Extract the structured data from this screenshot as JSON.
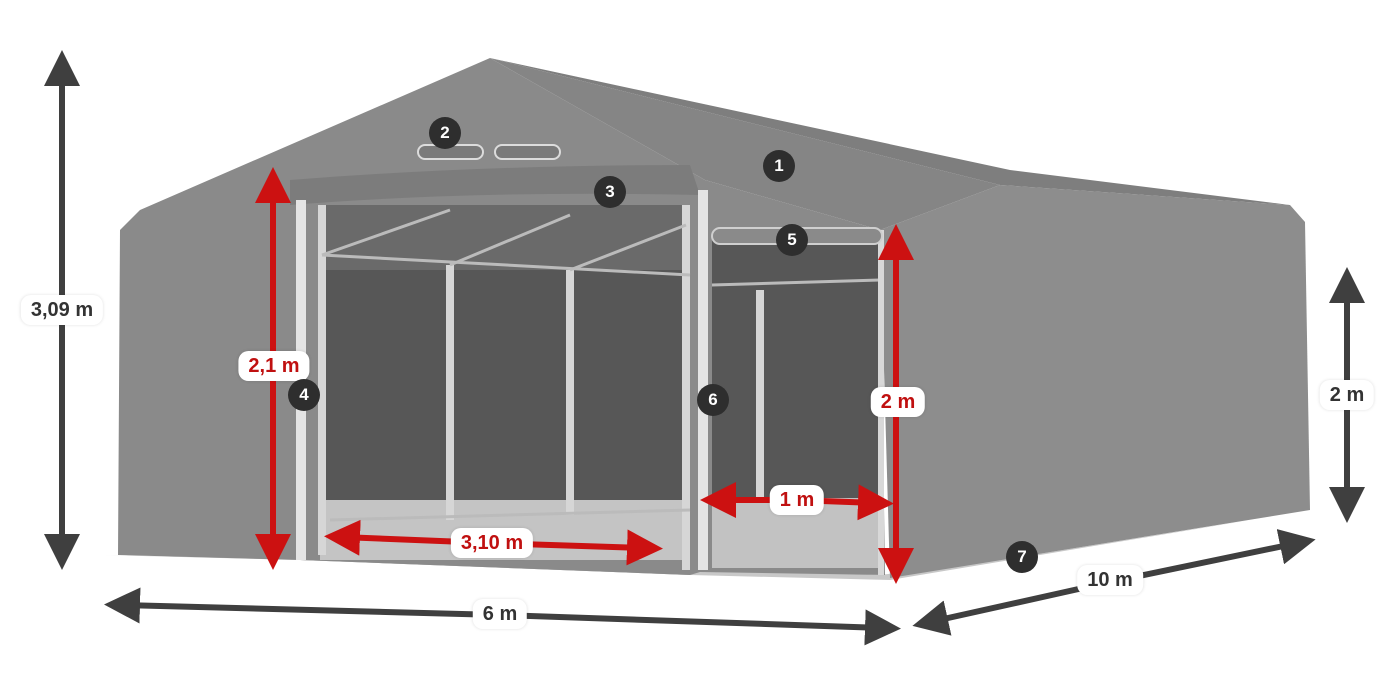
{
  "diagram": {
    "subject": "Storage tent with gable roof, front view with two open entrances",
    "colors": {
      "tent": "#8a8a8a",
      "tent_dark": "#6e6e6e",
      "interior": "#575757",
      "frame": "#d2d2d2",
      "dimension_dark": "#3f3f3f",
      "dimension_red": "#cc1111",
      "badge": "#2e2e2e"
    }
  },
  "dimensions": {
    "total_height": "3,09 m",
    "side_height": "2 m",
    "width": "6 m",
    "length": "10 m",
    "large_gate_height": "2,1 m",
    "large_gate_width": "3,10 m",
    "door_height": "2 m",
    "door_width": "1 m"
  },
  "markers": [
    "1",
    "2",
    "3",
    "4",
    "5",
    "6",
    "7"
  ]
}
